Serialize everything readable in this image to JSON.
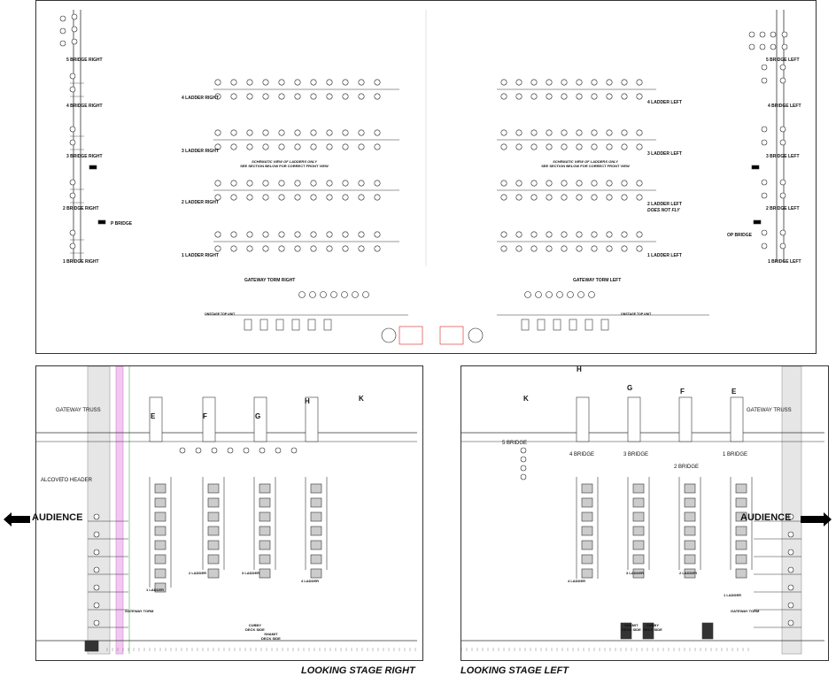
{
  "plan": {
    "bridge_right": [
      "5 BRIDGE RIGHT",
      "4 BRIDGE RIGHT",
      "3 BRIDGE RIGHT",
      "2 BRIDGE RIGHT",
      "1 BRIDGE RIGHT"
    ],
    "bridge_left": [
      "5 BRIDGE LEFT",
      "4 BRIDGE LEFT",
      "3 BRIDGE LEFT",
      "2 BRIDGE LEFT",
      "1 BRIDGE LEFT"
    ],
    "ladder_right": [
      "4 LADDER RIGHT",
      "3 LADDER RIGHT",
      "2 LADDER RIGHT",
      "1 LADDER RIGHT"
    ],
    "ladder_left": [
      "4 LADDER LEFT",
      "3 LADDER LEFT",
      "2 LADDER LEFT",
      "1 LADDER LEFT"
    ],
    "ladder_left_note": "DOES NOT FLY",
    "schematic_title": "SCHEMATIC VIEW OF LADDERS ONLY",
    "schematic_sub": "SEE SECTION BELOW FOR CORRECT FRONT VIEW",
    "p_bridge": "P BRIDGE",
    "op_bridge": "OP BRIDGE",
    "gateway_right": "GATEWAY TORM RIGHT",
    "gateway_left": "GATEWAY TORM LEFT",
    "onstage_top": "ONSTAGE TOP UNIT"
  },
  "section_right": {
    "caption": "LOOKING STAGE RIGHT",
    "audience": "AUDIENCE",
    "gateway_truss": "GATEWAY TRUSS",
    "alcove": "ALCOVE",
    "to_header": "TO HEADER",
    "gateway_torm": "GATEWAY TORM",
    "positions": [
      "E",
      "F",
      "G",
      "H",
      "K"
    ],
    "ladders": [
      "1 LADDER",
      "2 LADDER",
      "3 LADDER",
      "4 LADDER"
    ],
    "shamit": "SHAMIT\nDECK SIDE",
    "cubby": "CUBBY\nDECK SIDE"
  },
  "section_left": {
    "caption": "LOOKING STAGE LEFT",
    "audience": "AUDIENCE",
    "gateway_truss": "GATEWAY TRUSS",
    "gateway_torm": "GATEWAY TORM",
    "positions": [
      "K",
      "H",
      "G",
      "F",
      "E"
    ],
    "bridges": [
      "5 BRIDGE",
      "4 BRIDGE",
      "3 BRIDGE",
      "2 BRIDGE",
      "1 BRIDGE"
    ],
    "ladders": [
      "4 LADDER",
      "3 LADDER",
      "2 LADDER",
      "1 LADDER"
    ],
    "shamit": "SHAMIT\nDECK SIDE",
    "cubby": "CUBBY\nDECK SIDE"
  }
}
